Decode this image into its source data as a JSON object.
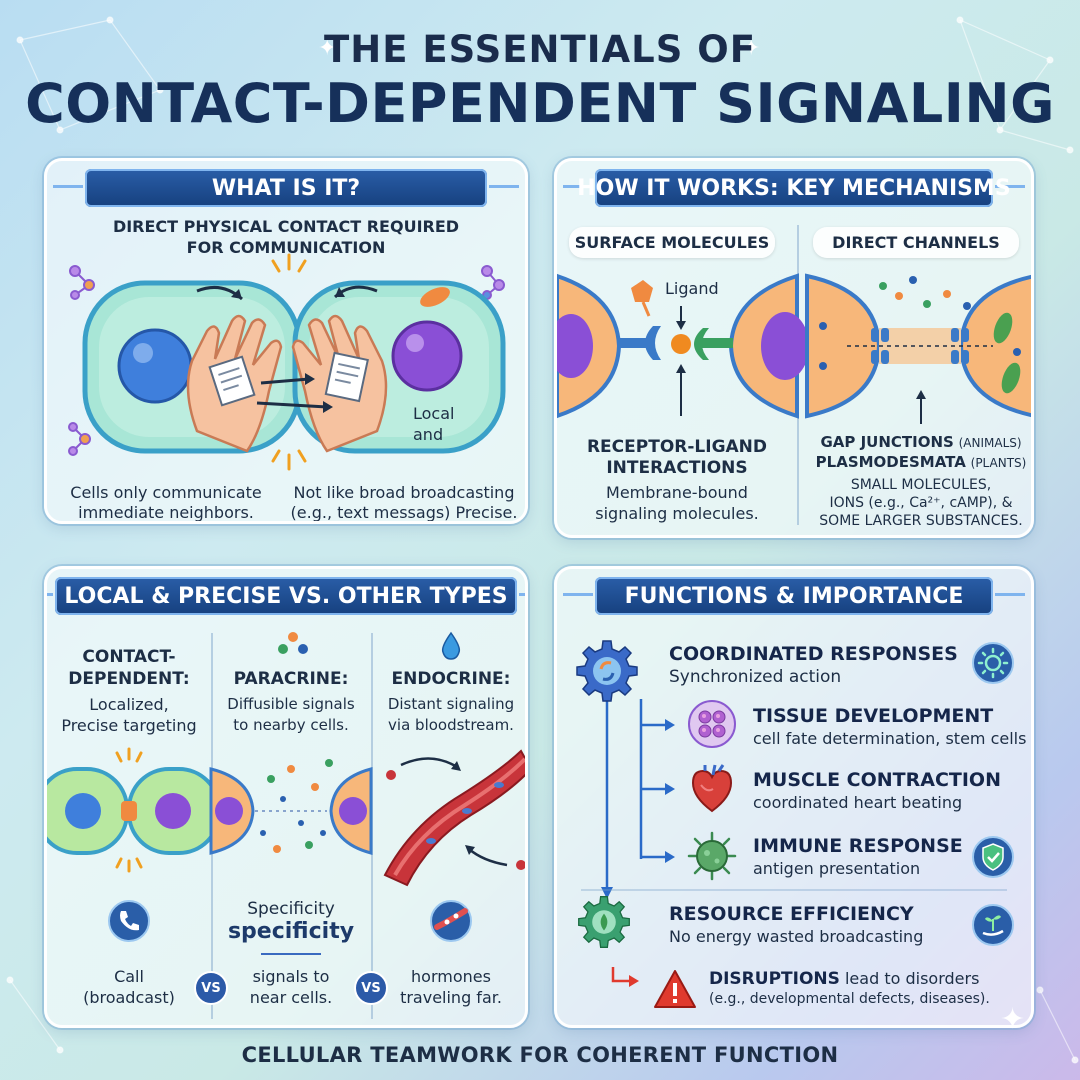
{
  "title": {
    "line1": "THE ESSENTIALS OF",
    "line2": "CONTACT-DEPENDENT SIGNALING"
  },
  "what_is_it": {
    "header": "WHAT IS IT?",
    "subtitle_1": "DIRECT PHYSICAL CONTACT REQUIRED",
    "subtitle_2": "FOR COMMUNICATION",
    "cell_label_1": "Local",
    "cell_label_2": "and",
    "caption_left_1": "Cells only communicate",
    "caption_left_2": "immediate neighbors.",
    "caption_right_1": "Not like broad broadcasting",
    "caption_right_2": "(e.g., text messags) Precise."
  },
  "mechanisms": {
    "header": "HOW IT WORKS: KEY MECHANISMS",
    "surface": {
      "pill": "SURFACE MOLECULES",
      "ligand_label": "Ligand",
      "title_1": "RECEPTOR-LIGAND",
      "title_2": "INTERACTIONS",
      "desc_1": "Membrane-bound",
      "desc_2": "signaling molecules."
    },
    "channels": {
      "pill": "DIRECT CHANNELS",
      "gap_bold": "GAP JUNCTIONS",
      "gap_small": "(ANIMALS)",
      "plasmo_bold": "PLASMODESMATA",
      "plasmo_small": "(PLANTS)",
      "small_1": "SMALL MOLECULES,",
      "small_2": "IONS (e.g., Ca²⁺, cAMP), &",
      "small_3": "SOME LARGER SUBSTANCES."
    }
  },
  "comparison": {
    "header": "LOCAL & PRECISE VS. OTHER TYPES",
    "contact": {
      "title_1": "CONTACT-",
      "title_2": "DEPENDENT:",
      "desc_1": "Localized,",
      "desc_2": "Precise targeting",
      "bottom_1": "Call",
      "bottom_2": "(broadcast)"
    },
    "paracrine": {
      "title": "PARACRINE:",
      "desc_1": "Diffusible signals",
      "desc_2": "to nearby cells.",
      "spec_1": "Specificity",
      "spec_2": "specificity",
      "bottom_1": "signals to",
      "bottom_2": "near cells."
    },
    "endocrine": {
      "title": "ENDOCRINE:",
      "desc_1": "Distant signaling",
      "desc_2": "via bloodstream.",
      "bottom_1": "hormones",
      "bottom_2": "traveling far."
    },
    "vs_1": "VS",
    "vs_2": "VS"
  },
  "functions": {
    "header": "FUNCTIONS & IMPORTANCE",
    "coordinated": {
      "title": "COORDINATED RESPONSES",
      "desc": "Synchronized action"
    },
    "tissue": {
      "title": "TISSUE DEVELOPMENT",
      "desc": "cell fate determination, stem cells"
    },
    "muscle": {
      "title": "MUSCLE CONTRACTION",
      "desc": "coordinated heart beating"
    },
    "immune": {
      "title": "IMMUNE RESPONSE",
      "desc": "antigen presentation"
    },
    "resource": {
      "title": "RESOURCE EFFICIENCY",
      "desc": "No energy wasted broadcasting"
    },
    "disruptions": {
      "bold": "DISRUPTIONS",
      "rest": " lead to disorders",
      "desc": "(e.g., developmental defects, diseases)."
    }
  },
  "footer": "CELLULAR TEAMWORK FOR COHERENT FUNCTION",
  "colors": {
    "header_blue": "#1f4f96",
    "cell_green": "#8fdcc4",
    "nucleus_blue": "#3f7fdc",
    "nucleus_purple": "#8a4fd6",
    "membrane_orange": "#f7b77a",
    "warning_red": "#e03a2e"
  }
}
